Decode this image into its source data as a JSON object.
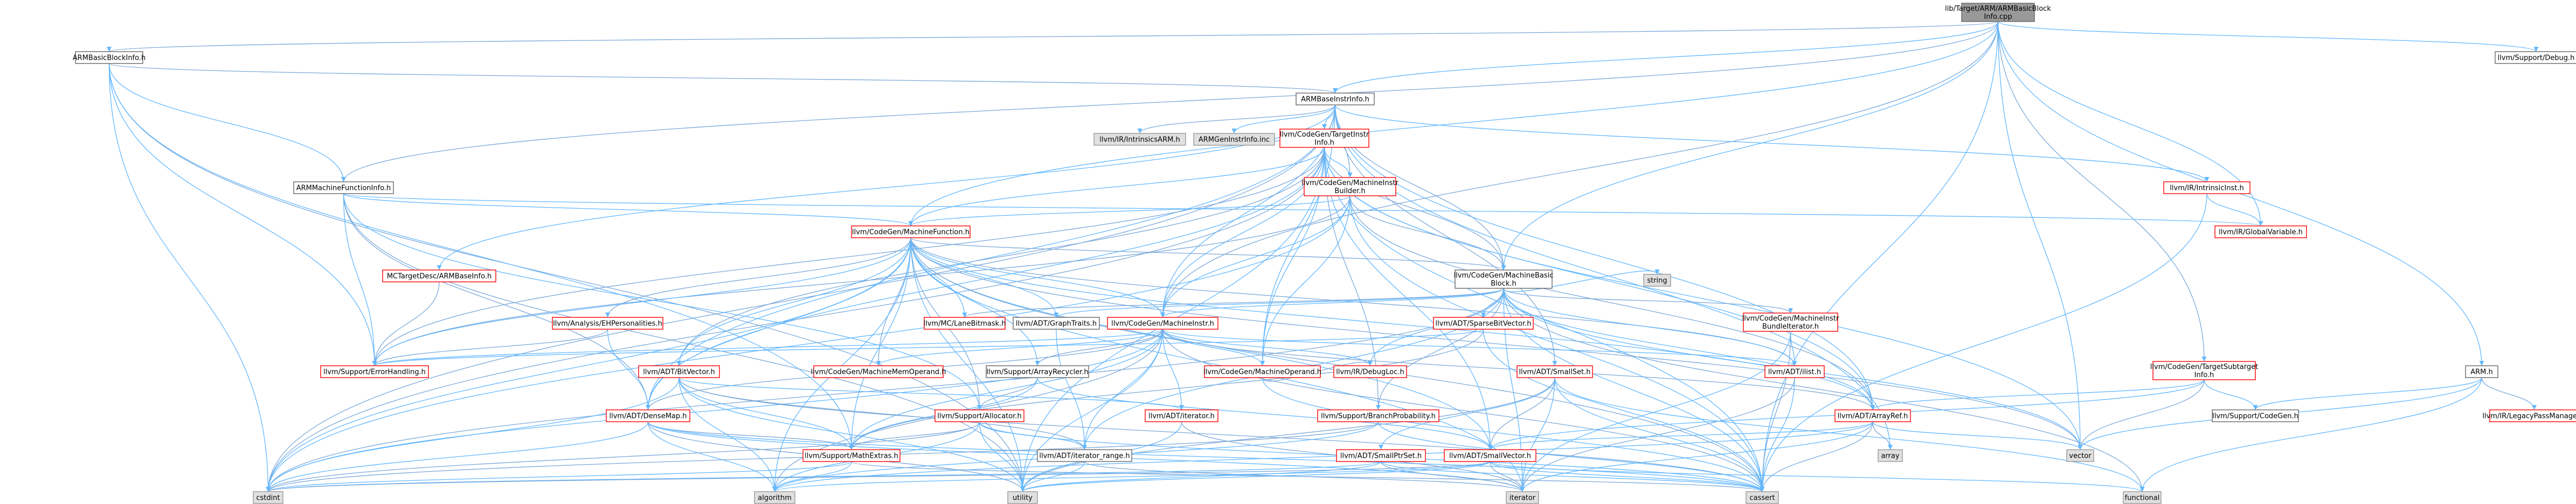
{
  "colors": {
    "root_fill": "#999999",
    "root_border": "#666666",
    "node_fill": "#ffffff",
    "node_border": "#666666",
    "incomplete_border": "#ff0000",
    "system_fill": "#e0e0e0",
    "system_border": "#999999",
    "edge": "#63b8ff",
    "edge_alt": "#7ca9d9"
  },
  "nodes": {
    "root": {
      "lines": [
        "lib/Target/ARM/ARMBasicBlock",
        "Info.cpp"
      ],
      "kind": "root"
    },
    "armbbinfo": {
      "lines": [
        "ARMBasicBlockInfo.h"
      ],
      "kind": "normal"
    },
    "armbaseinstr": {
      "lines": [
        "ARMBaseInstrInfo.h"
      ],
      "kind": "normal"
    },
    "debug": {
      "lines": [
        "llvm/Support/Debug.h"
      ],
      "kind": "normal"
    },
    "intrinsicsarm": {
      "lines": [
        "llvm/IR/IntrinsicsARM.h"
      ],
      "kind": "system"
    },
    "armgeninstr": {
      "lines": [
        "ARMGenInstrInfo.inc"
      ],
      "kind": "system"
    },
    "targetinstr": {
      "lines": [
        "llvm/CodeGen/TargetInstr",
        "Info.h"
      ],
      "kind": "incomplete"
    },
    "armfuncinfo": {
      "lines": [
        "ARMMachineFunctionInfo.h"
      ],
      "kind": "normal"
    },
    "mibuilder": {
      "lines": [
        "llvm/CodeGen/MachineInstr",
        "Builder.h"
      ],
      "kind": "incomplete"
    },
    "intrinsicinst": {
      "lines": [
        "llvm/IR/IntrinsicInst.h"
      ],
      "kind": "incomplete"
    },
    "globalvar": {
      "lines": [
        "llvm/IR/GlobalVariable.h"
      ],
      "kind": "incomplete"
    },
    "machinefunction": {
      "lines": [
        "llvm/CodeGen/MachineFunction.h"
      ],
      "kind": "incomplete"
    },
    "mcbaseinfo": {
      "lines": [
        "MCTargetDesc/ARMBaseInfo.h"
      ],
      "kind": "incomplete"
    },
    "mbb": {
      "lines": [
        "llvm/CodeGen/MachineBasic",
        "Block.h"
      ],
      "kind": "normal"
    },
    "string": {
      "lines": [
        "string"
      ],
      "kind": "system"
    },
    "ehpers": {
      "lines": [
        "llvm/Analysis/EHPersonalities.h"
      ],
      "kind": "incomplete"
    },
    "lanebitmask": {
      "lines": [
        "llvm/MC/LaneBitmask.h"
      ],
      "kind": "incomplete"
    },
    "graphtraits": {
      "lines": [
        "llvm/ADT/GraphTraits.h"
      ],
      "kind": "normal"
    },
    "machineinstr": {
      "lines": [
        "llvm/CodeGen/MachineInstr.h"
      ],
      "kind": "incomplete"
    },
    "sparsebv": {
      "lines": [
        "llvm/ADT/SparseBitVector.h"
      ],
      "kind": "incomplete"
    },
    "bundleiter": {
      "lines": [
        "llvm/CodeGen/MachineInstr",
        "BundleIterator.h"
      ],
      "kind": "incomplete"
    },
    "errorhandling": {
      "lines": [
        "llvm/Support/ErrorHandling.h"
      ],
      "kind": "incomplete"
    },
    "bitvector": {
      "lines": [
        "llvm/ADT/BitVector.h"
      ],
      "kind": "incomplete"
    },
    "memoperand": {
      "lines": [
        "llvm/CodeGen/MachineMemOperand.h"
      ],
      "kind": "incomplete"
    },
    "arrayrecycler": {
      "lines": [
        "llvm/Support/ArrayRecycler.h"
      ],
      "kind": "normal"
    },
    "machineoperand": {
      "lines": [
        "llvm/CodeGen/MachineOperand.h"
      ],
      "kind": "incomplete"
    },
    "debugloc": {
      "lines": [
        "llvm/IR/DebugLoc.h"
      ],
      "kind": "incomplete"
    },
    "smallset": {
      "lines": [
        "llvm/ADT/SmallSet.h"
      ],
      "kind": "incomplete"
    },
    "ilist": {
      "lines": [
        "llvm/ADT/ilist.h"
      ],
      "kind": "incomplete"
    },
    "subtarget": {
      "lines": [
        "llvm/CodeGen/TargetSubtarget",
        "Info.h"
      ],
      "kind": "incomplete"
    },
    "armh": {
      "lines": [
        "ARM.h"
      ],
      "kind": "normal"
    },
    "densemap": {
      "lines": [
        "llvm/ADT/DenseMap.h"
      ],
      "kind": "incomplete"
    },
    "allocator": {
      "lines": [
        "llvm/Support/Allocator.h"
      ],
      "kind": "incomplete"
    },
    "adtiterator": {
      "lines": [
        "llvm/ADT/iterator.h"
      ],
      "kind": "incomplete"
    },
    "branchprob": {
      "lines": [
        "llvm/Support/BranchProbability.h"
      ],
      "kind": "incomplete"
    },
    "arrayref": {
      "lines": [
        "llvm/ADT/ArrayRef.h"
      ],
      "kind": "incomplete"
    },
    "codegen": {
      "lines": [
        "llvm/Support/CodeGen.h"
      ],
      "kind": "normal"
    },
    "legacypm": {
      "lines": [
        "llvm/IR/LegacyPassManager.h"
      ],
      "kind": "incomplete"
    },
    "mathextras": {
      "lines": [
        "llvm/Support/MathExtras.h"
      ],
      "kind": "incomplete"
    },
    "iterrange": {
      "lines": [
        "llvm/ADT/iterator_range.h"
      ],
      "kind": "normal"
    },
    "smallptrset": {
      "lines": [
        "llvm/ADT/SmallPtrSet.h"
      ],
      "kind": "incomplete"
    },
    "smallvector": {
      "lines": [
        "llvm/ADT/SmallVector.h"
      ],
      "kind": "incomplete"
    },
    "array": {
      "lines": [
        "array"
      ],
      "kind": "system"
    },
    "vector": {
      "lines": [
        "vector"
      ],
      "kind": "system"
    },
    "cstdint": {
      "lines": [
        "cstdint"
      ],
      "kind": "system"
    },
    "algorithm": {
      "lines": [
        "algorithm"
      ],
      "kind": "system"
    },
    "utility": {
      "lines": [
        "utility"
      ],
      "kind": "system"
    },
    "iterator": {
      "lines": [
        "iterator"
      ],
      "kind": "system"
    },
    "cassert": {
      "lines": [
        "cassert"
      ],
      "kind": "system"
    },
    "functional": {
      "lines": [
        "functional"
      ],
      "kind": "system"
    }
  }
}
